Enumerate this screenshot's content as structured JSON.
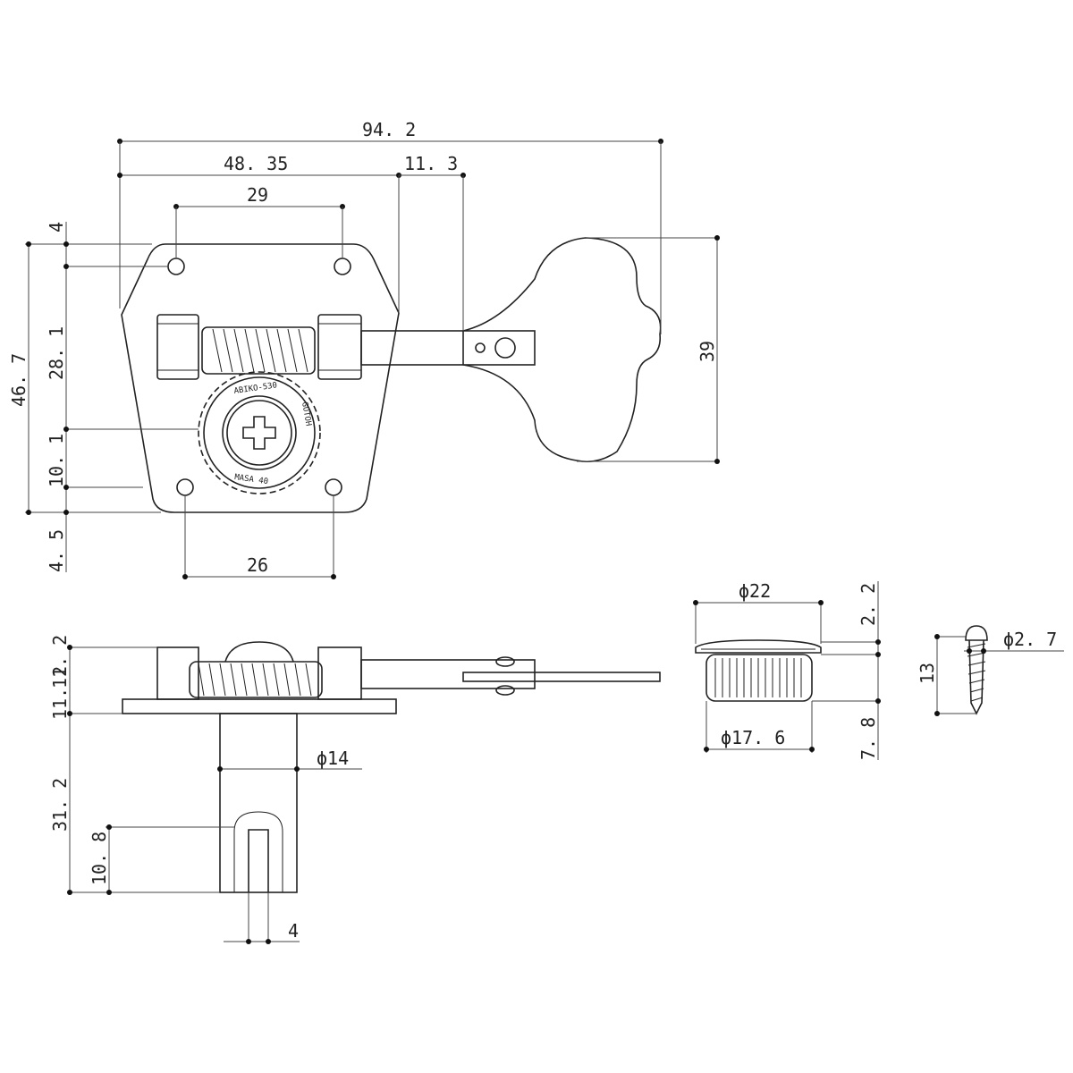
{
  "dimensions": {
    "d94_2": "94. 2",
    "d48_35": "48. 35",
    "d11_3": "11. 3",
    "d29": "29",
    "d4_top": "4",
    "d46_7": "46. 7",
    "d28_1": "28. 1",
    "d10_1": "10. 1",
    "d4_5": "4. 5",
    "d26": "26",
    "d39": "39",
    "d11_2a": "11. 2",
    "d11_2b": "11. 2",
    "d31_2": "31. 2",
    "d10_8": "10. 8",
    "d_phi14": "ϕ14",
    "d4_slot": "4",
    "d_phi22": "ϕ22",
    "d2_2": "2. 2",
    "d_phi17_6": "ϕ17. 6",
    "d7_8": "7. 8",
    "d_phi2_7": "ϕ2. 7",
    "d13": "13"
  },
  "gear_text": {
    "upper": "ABIKO-530",
    "right": "GOTOH",
    "lower": "MASA 40"
  }
}
